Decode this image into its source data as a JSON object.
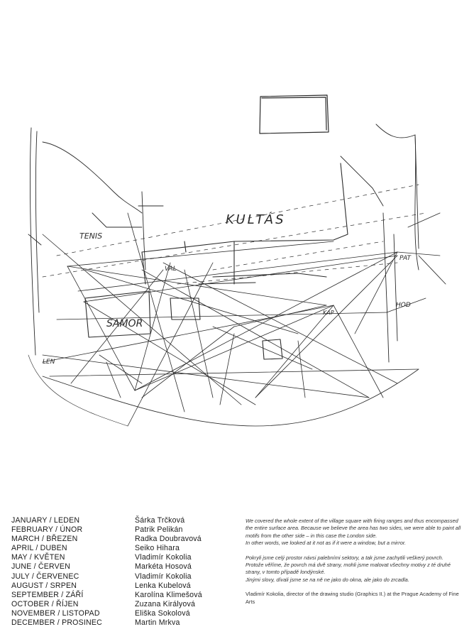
{
  "sketch": {
    "labels": {
      "kultas": "KULTÁS",
      "tenis": "TENIS",
      "samor": "SAMOR",
      "val": "VAL",
      "pat": "PAT",
      "hod": "HOD",
      "kap": "KAP",
      "len": "LEN"
    }
  },
  "months": [
    "JANUARY / LEDEN",
    "FEBRUARY / ÚNOR",
    "MARCH / BŘEZEN",
    "APRIL / DUBEN",
    "MAY / KVĚTEN",
    "JUNE / ČERVEN",
    "JULY / ČERVENEC",
    "AUGUST / SRPEN",
    "SEPTEMBER / ZÁŘÍ",
    "OCTOBER / ŘÍJEN",
    "NOVEMBER / LISTOPAD",
    "DECEMBER / PROSINEC"
  ],
  "artists": [
    "Šárka Trčková",
    "Patrik Pelikán",
    "Radka Doubravová",
    "Seiko Hihara",
    "Vladimír Kokolia",
    "Markéta Hosová",
    "Vladimír Kokolia",
    "Lenka Kubelová",
    "Karolína Klimešová",
    "Zuzana Királyová",
    "Eliška Sokolová",
    "Martin Mrkva"
  ],
  "notes": {
    "english": "We covered the whole extent of the village square with firing ranges and thus encompassed the entire surface area. Because we believe the area has two sides, we were able to paint all motifs from the other side – in this case the London side.",
    "english_2": "In other words, we looked at it not as if it were a window, but a mirror.",
    "czech": "Pokryli jsme celý prostor návsi palebními sektory, a tak jsme zachytili veškerý povrch. Protože věříme, že povrch má dvě strany, mohli jsme malovat všechny motivy z té druhé strany, v tomto případě londýnské.",
    "czech_2": "Jinými slovy, dívali jsme se na ně ne jako do okna, ale jako do zrcadla.",
    "credit": "Vladimír Kokolia, director of the drawing studio (Graphics II.) at the Prague Academy of Fine Arts"
  }
}
